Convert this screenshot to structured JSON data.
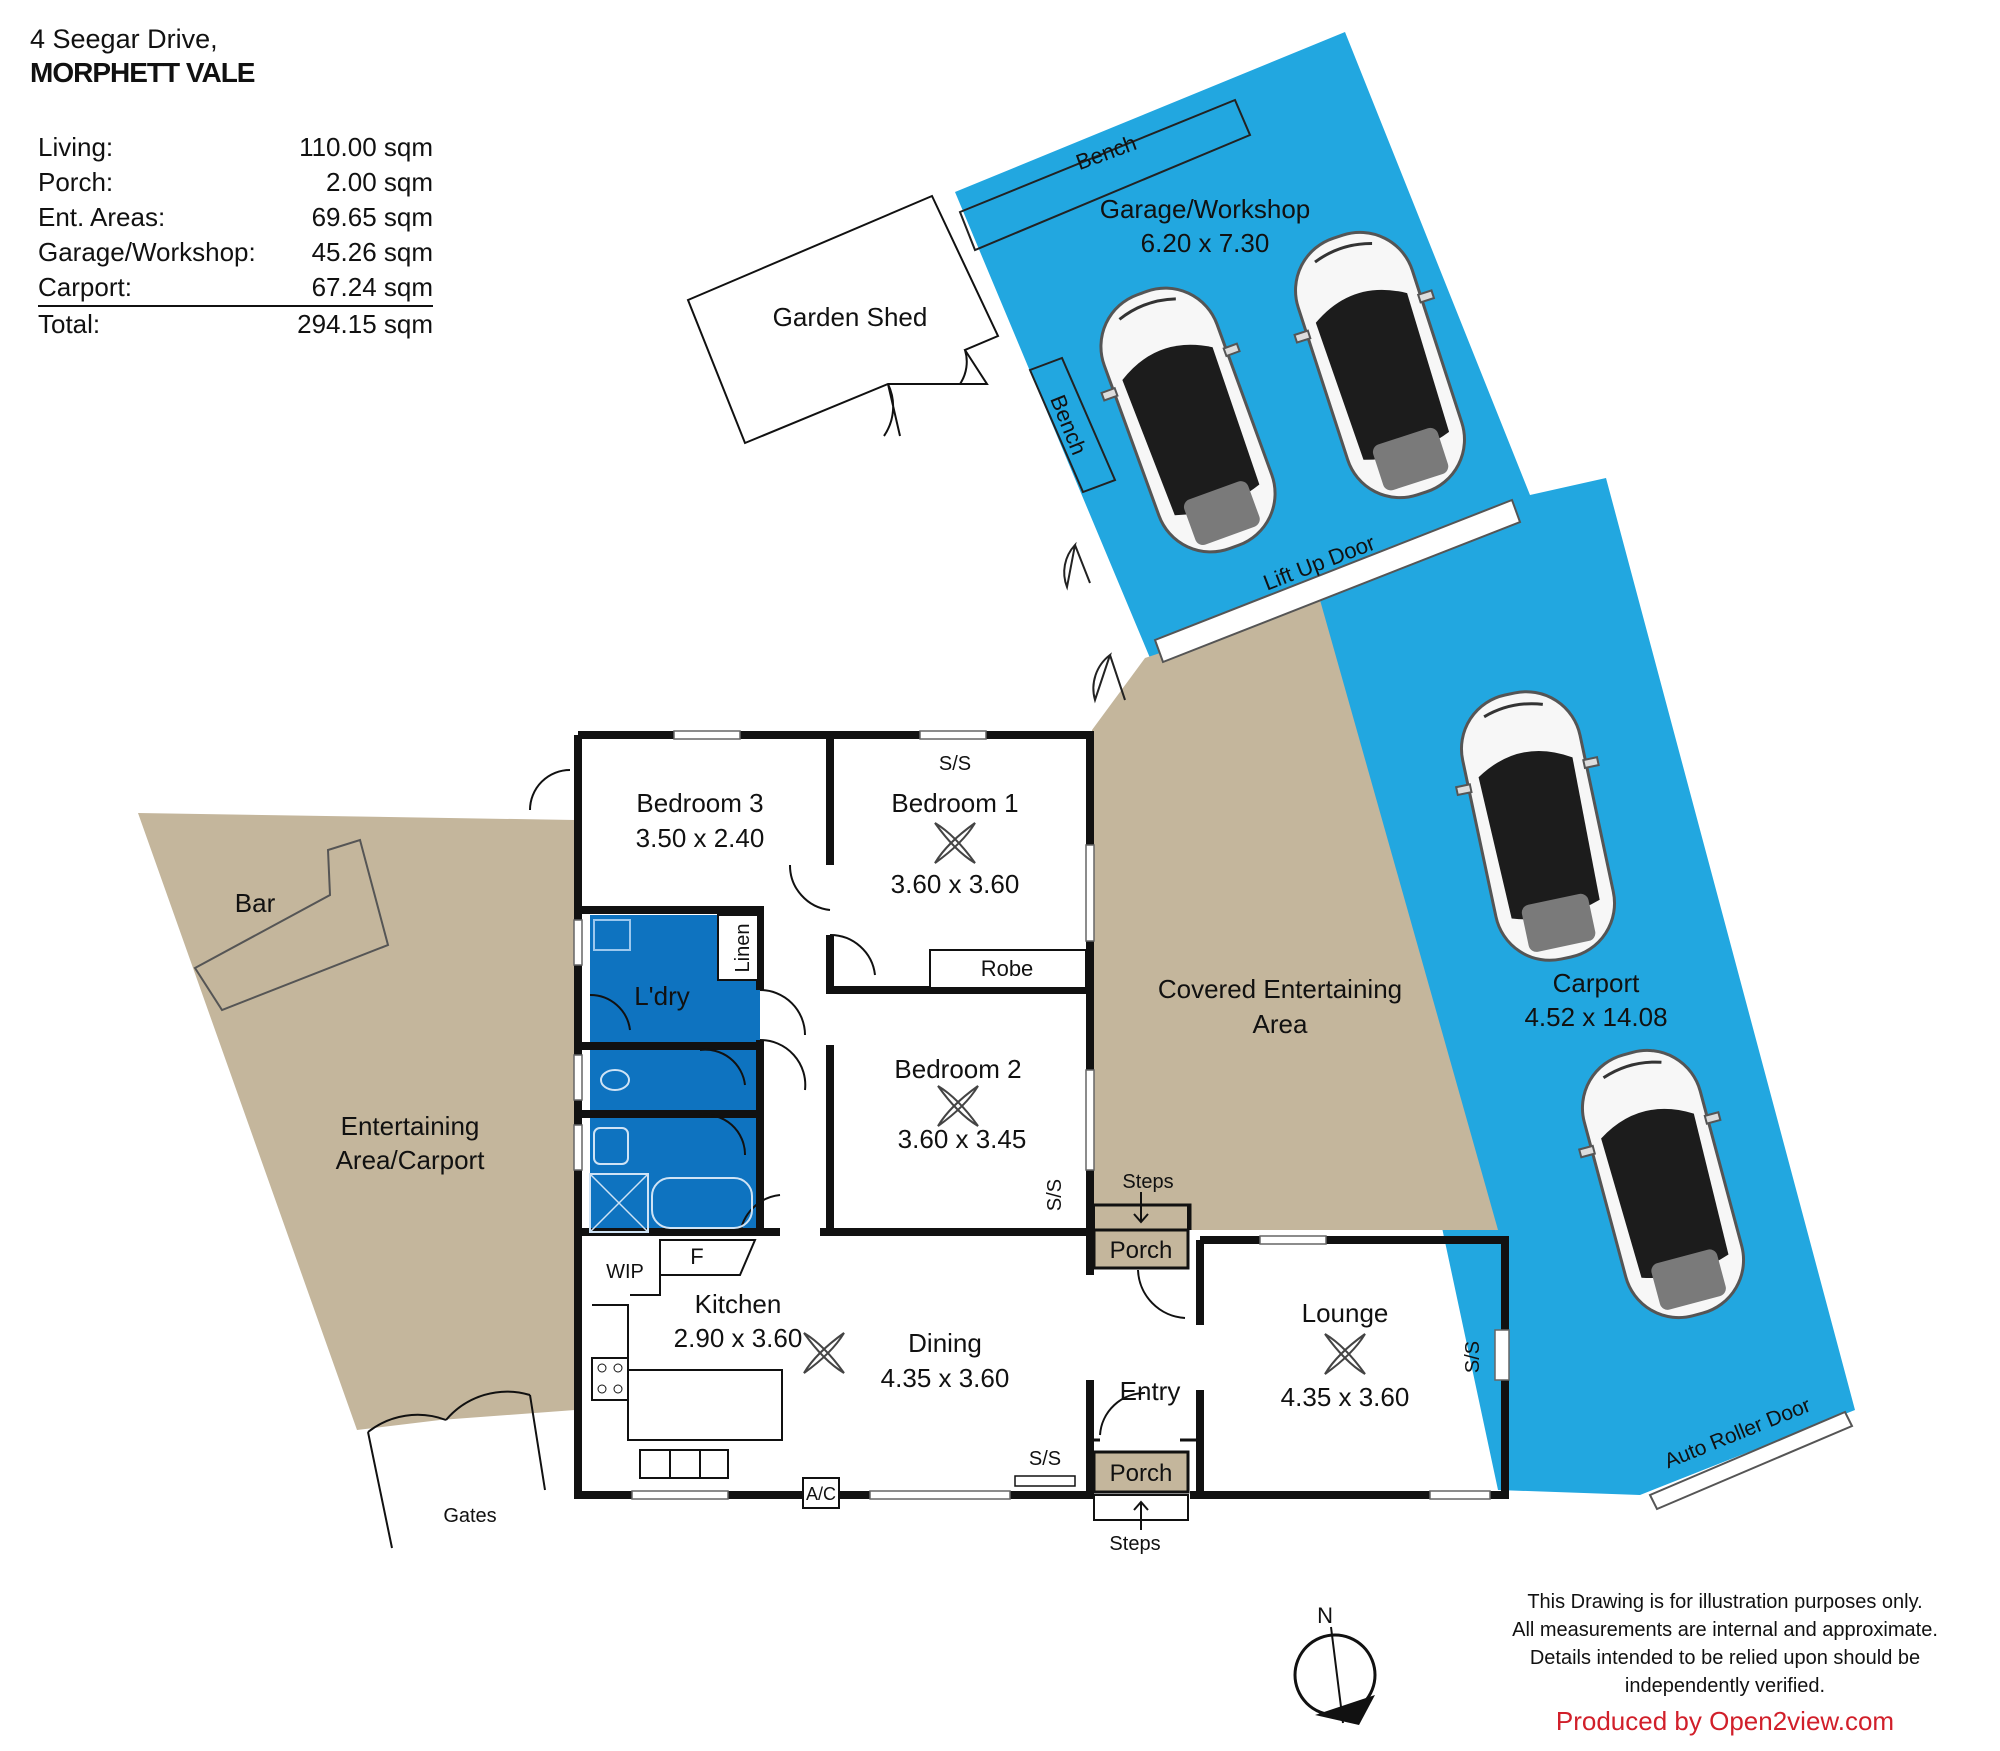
{
  "address": {
    "line1": "4 Seegar Drive,",
    "line2": "MORPHETT VALE"
  },
  "areas": [
    {
      "label": "Living:",
      "value": "110.00 sqm"
    },
    {
      "label": "Porch:",
      "value": "2.00 sqm"
    },
    {
      "label": "Ent. Areas:",
      "value": "69.65 sqm"
    },
    {
      "label": "Garage/Workshop:",
      "value": "45.26 sqm"
    },
    {
      "label": "Carport:",
      "value": "67.24 sqm"
    }
  ],
  "total": {
    "label": "Total:",
    "value": "294.15 sqm"
  },
  "rooms": {
    "garage": {
      "name": "Garage/Workshop",
      "dims": "6.20 x 7.30"
    },
    "bench_top": "Bench",
    "bench_side": "Bench",
    "garden_shed": "Garden Shed",
    "lift_door": "Lift Up Door",
    "carport": {
      "name": "Carport",
      "dims": "4.52 x 14.08"
    },
    "covered": {
      "line1": "Covered Entertaining",
      "line2": "Area"
    },
    "auto_door": "Auto Roller Door",
    "bedroom3": {
      "name": "Bedroom 3",
      "dims": "3.50 x 2.40"
    },
    "bedroom1": {
      "name": "Bedroom 1",
      "dims": "3.60 x 3.60"
    },
    "bedroom2": {
      "name": "Bedroom 2",
      "dims": "3.60 x 3.45"
    },
    "robe": "Robe",
    "linen": "Linen",
    "laundry": "L'dry",
    "ss1": "S/S",
    "ss2": "S/S",
    "ss3": "S/S",
    "ss4": "S/S",
    "steps_top": "Steps",
    "steps_bottom": "Steps",
    "porch_top": "Porch",
    "porch_bottom": "Porch",
    "lounge": {
      "name": "Lounge",
      "dims": "4.35 x 3.60"
    },
    "entry": "Entry",
    "kitchen": {
      "name": "Kitchen",
      "dims": "2.90 x 3.60"
    },
    "dining": {
      "name": "Dining",
      "dims": "4.35 x 3.60"
    },
    "wip": "WIP",
    "fridge": "F",
    "ac": "A/C",
    "bar": "Bar",
    "ent_carport": {
      "line1": "Entertaining",
      "line2": "Area/Carport"
    },
    "gates": "Gates"
  },
  "compass": "N",
  "disclaimer": [
    "This Drawing is for illustration purposes only.",
    "All measurements are internal and  approximate.",
    "Details intended to be relied upon should be",
    "independently verified."
  ],
  "producer": "Produced by Open2view.com",
  "colors": {
    "blue": "#22a7e0",
    "tan": "#c4b69c",
    "wet": "#0e73c0",
    "wall": "#111111"
  }
}
